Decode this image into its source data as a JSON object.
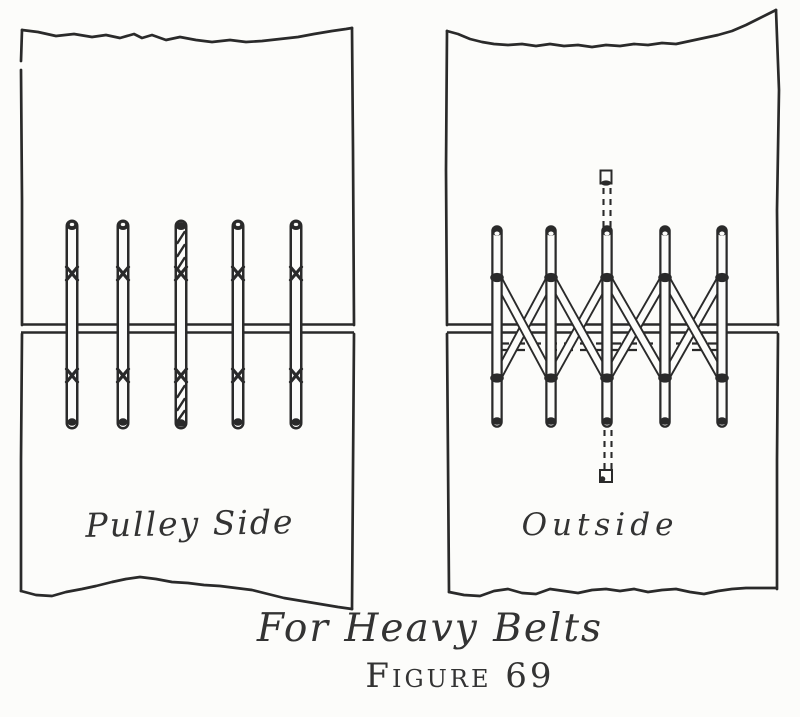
{
  "theme": {
    "paper": "#fcfcfa",
    "ink": "#2a2a2a",
    "text": "#333333"
  },
  "figure": {
    "left_panel_label": "Pulley Side",
    "right_panel_label": "Outside",
    "caption": "For Heavy Belts",
    "figure_caption": "Figure 69"
  }
}
